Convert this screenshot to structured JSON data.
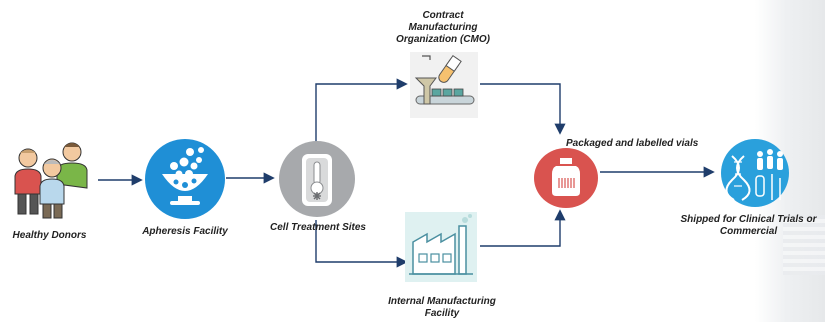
{
  "nodes": {
    "healthy_donors": {
      "label": "Healthy Donors"
    },
    "apheresis": {
      "label": "Apheresis Facility"
    },
    "cell_treatment": {
      "label": "Cell Treatment Sites"
    },
    "cmo": {
      "label": "Contract Manufacturing Organization (CMO)"
    },
    "internal_mfg": {
      "label": "Internal Manufacturing Facility"
    },
    "packaged": {
      "label": "Packaged and labelled vials"
    },
    "shipped": {
      "label": "Shipped for Clinical Trials or Commercial"
    }
  },
  "colors": {
    "arrow": "#1f3d6b",
    "apheresis_blue": "#1f8fd6",
    "gray_circle": "#a7a9ac",
    "vial_red": "#d9534f",
    "shipped_blue": "#2aa0dc",
    "factory_teal": "#8fd0cf"
  },
  "icons": {
    "healthy_donors": "people-icon",
    "apheresis": "bowl-icon",
    "cell_treatment": "thermometer-icon",
    "cmo": "lab-flask-icon",
    "internal_mfg": "factory-icon",
    "packaged": "vial-icon",
    "shipped": "dna-people-icon"
  }
}
